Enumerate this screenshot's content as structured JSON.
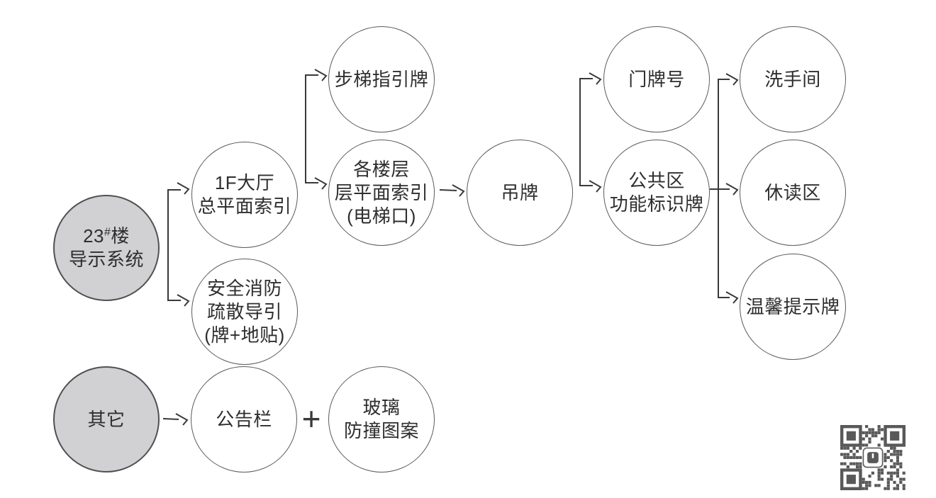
{
  "nodes": {
    "building": {
      "line1_num": "23",
      "line1_sup": "#",
      "line1_suffix": "楼",
      "line2": "导示系统"
    },
    "lobby_index": {
      "line1": "1F大厅",
      "line2": "总平面索引"
    },
    "fire_safety": {
      "line1": "安全消防",
      "line2": "疏散导引",
      "line3": "(牌+地贴)"
    },
    "stair_sign": {
      "line1": "步梯指引牌"
    },
    "floor_index": {
      "line1": "各楼层",
      "line2": "层平面索引",
      "line3": "(电梯口)"
    },
    "hanging_sign": {
      "line1": "吊牌"
    },
    "door_number": {
      "line1": "门牌号"
    },
    "public_area_sign": {
      "line1": "公共区",
      "line2": "功能标识牌"
    },
    "washroom": {
      "line1": "洗手间"
    },
    "reading_area": {
      "line1": "休读区"
    },
    "tips_sign": {
      "line1": "温馨提示牌"
    },
    "other": {
      "line1": "其它"
    },
    "notice_board": {
      "line1": "公告栏"
    },
    "glass_pattern": {
      "line1": "玻璃",
      "line2": "防撞图案"
    }
  },
  "operators": {
    "plus": "+"
  },
  "colors": {
    "gray_node_fill": "#d1d1d3",
    "circle_stroke": "#595a5c",
    "connector_line": "#39393b",
    "text": "#2e2e30",
    "qr_dark": "#595959"
  }
}
